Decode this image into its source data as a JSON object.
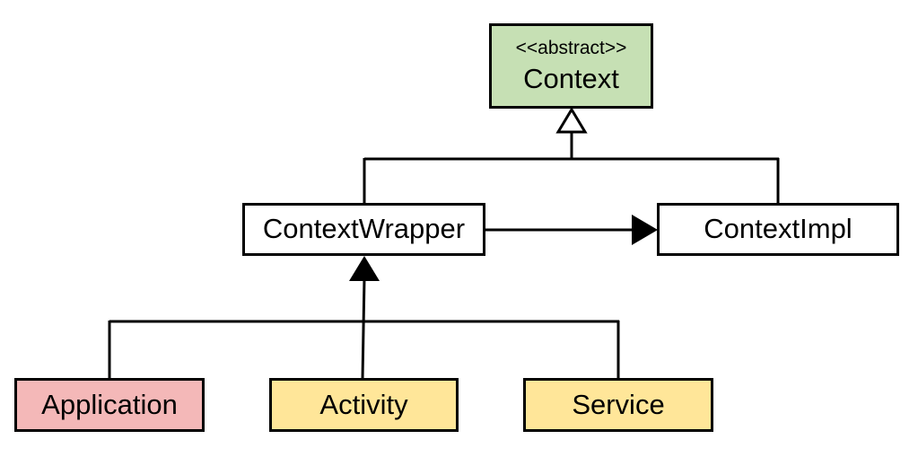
{
  "colors": {
    "context_fill": "#c6e0b4",
    "application_fill": "#f4b8b8",
    "component_fill": "#ffe699",
    "plain_fill": "#ffffff",
    "line": "#000000"
  },
  "nodes": {
    "context": {
      "stereotype": "<<abstract>>",
      "name": "Context"
    },
    "context_wrapper": {
      "name": "ContextWrapper"
    },
    "context_impl": {
      "name": "ContextImpl"
    },
    "application": {
      "name": "Application"
    },
    "activity": {
      "name": "Activity"
    },
    "service": {
      "name": "Service"
    }
  },
  "edges": [
    {
      "from": "context_wrapper",
      "to": "context",
      "kind": "generalization"
    },
    {
      "from": "context_impl",
      "to": "context",
      "kind": "generalization"
    },
    {
      "from": "context_wrapper",
      "to": "context_impl",
      "kind": "association"
    },
    {
      "from": "application",
      "to": "context_wrapper",
      "kind": "inheritance"
    },
    {
      "from": "activity",
      "to": "context_wrapper",
      "kind": "inheritance"
    },
    {
      "from": "service",
      "to": "context_wrapper",
      "kind": "inheritance"
    }
  ]
}
